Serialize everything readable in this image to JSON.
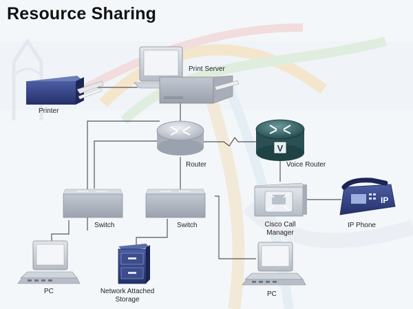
{
  "title": "Resource Sharing",
  "nodes": {
    "print_server": {
      "label": "Print Server",
      "icon": "print-server-icon"
    },
    "printer": {
      "label": "Printer",
      "icon": "printer-icon"
    },
    "router": {
      "label": "Router",
      "icon": "router-icon"
    },
    "voice_router": {
      "label": "Voice Router",
      "icon": "voice-router-icon",
      "glyph": "V"
    },
    "switch_left": {
      "label": "Switch",
      "icon": "switch-icon"
    },
    "switch_right": {
      "label": "Switch",
      "icon": "switch-icon"
    },
    "call_manager": {
      "label_line1": "Cisco Call",
      "label_line2": "Manager",
      "icon": "call-manager-icon"
    },
    "ip_phone": {
      "label": "IP Phone",
      "icon": "ip-phone-icon",
      "glyph": "IP"
    },
    "pc_left": {
      "label": "PC",
      "icon": "pc-icon"
    },
    "pc_right": {
      "label": "PC",
      "icon": "pc-icon"
    },
    "nas": {
      "label_line1": "Network Attached",
      "label_line2": "Storage",
      "icon": "file-cabinet-icon"
    }
  },
  "colors": {
    "device_gray": "#c9cfd8",
    "printer_blue": "#2e3e7a",
    "voice_router_teal": "#2d5b5f",
    "link": "#555555"
  }
}
